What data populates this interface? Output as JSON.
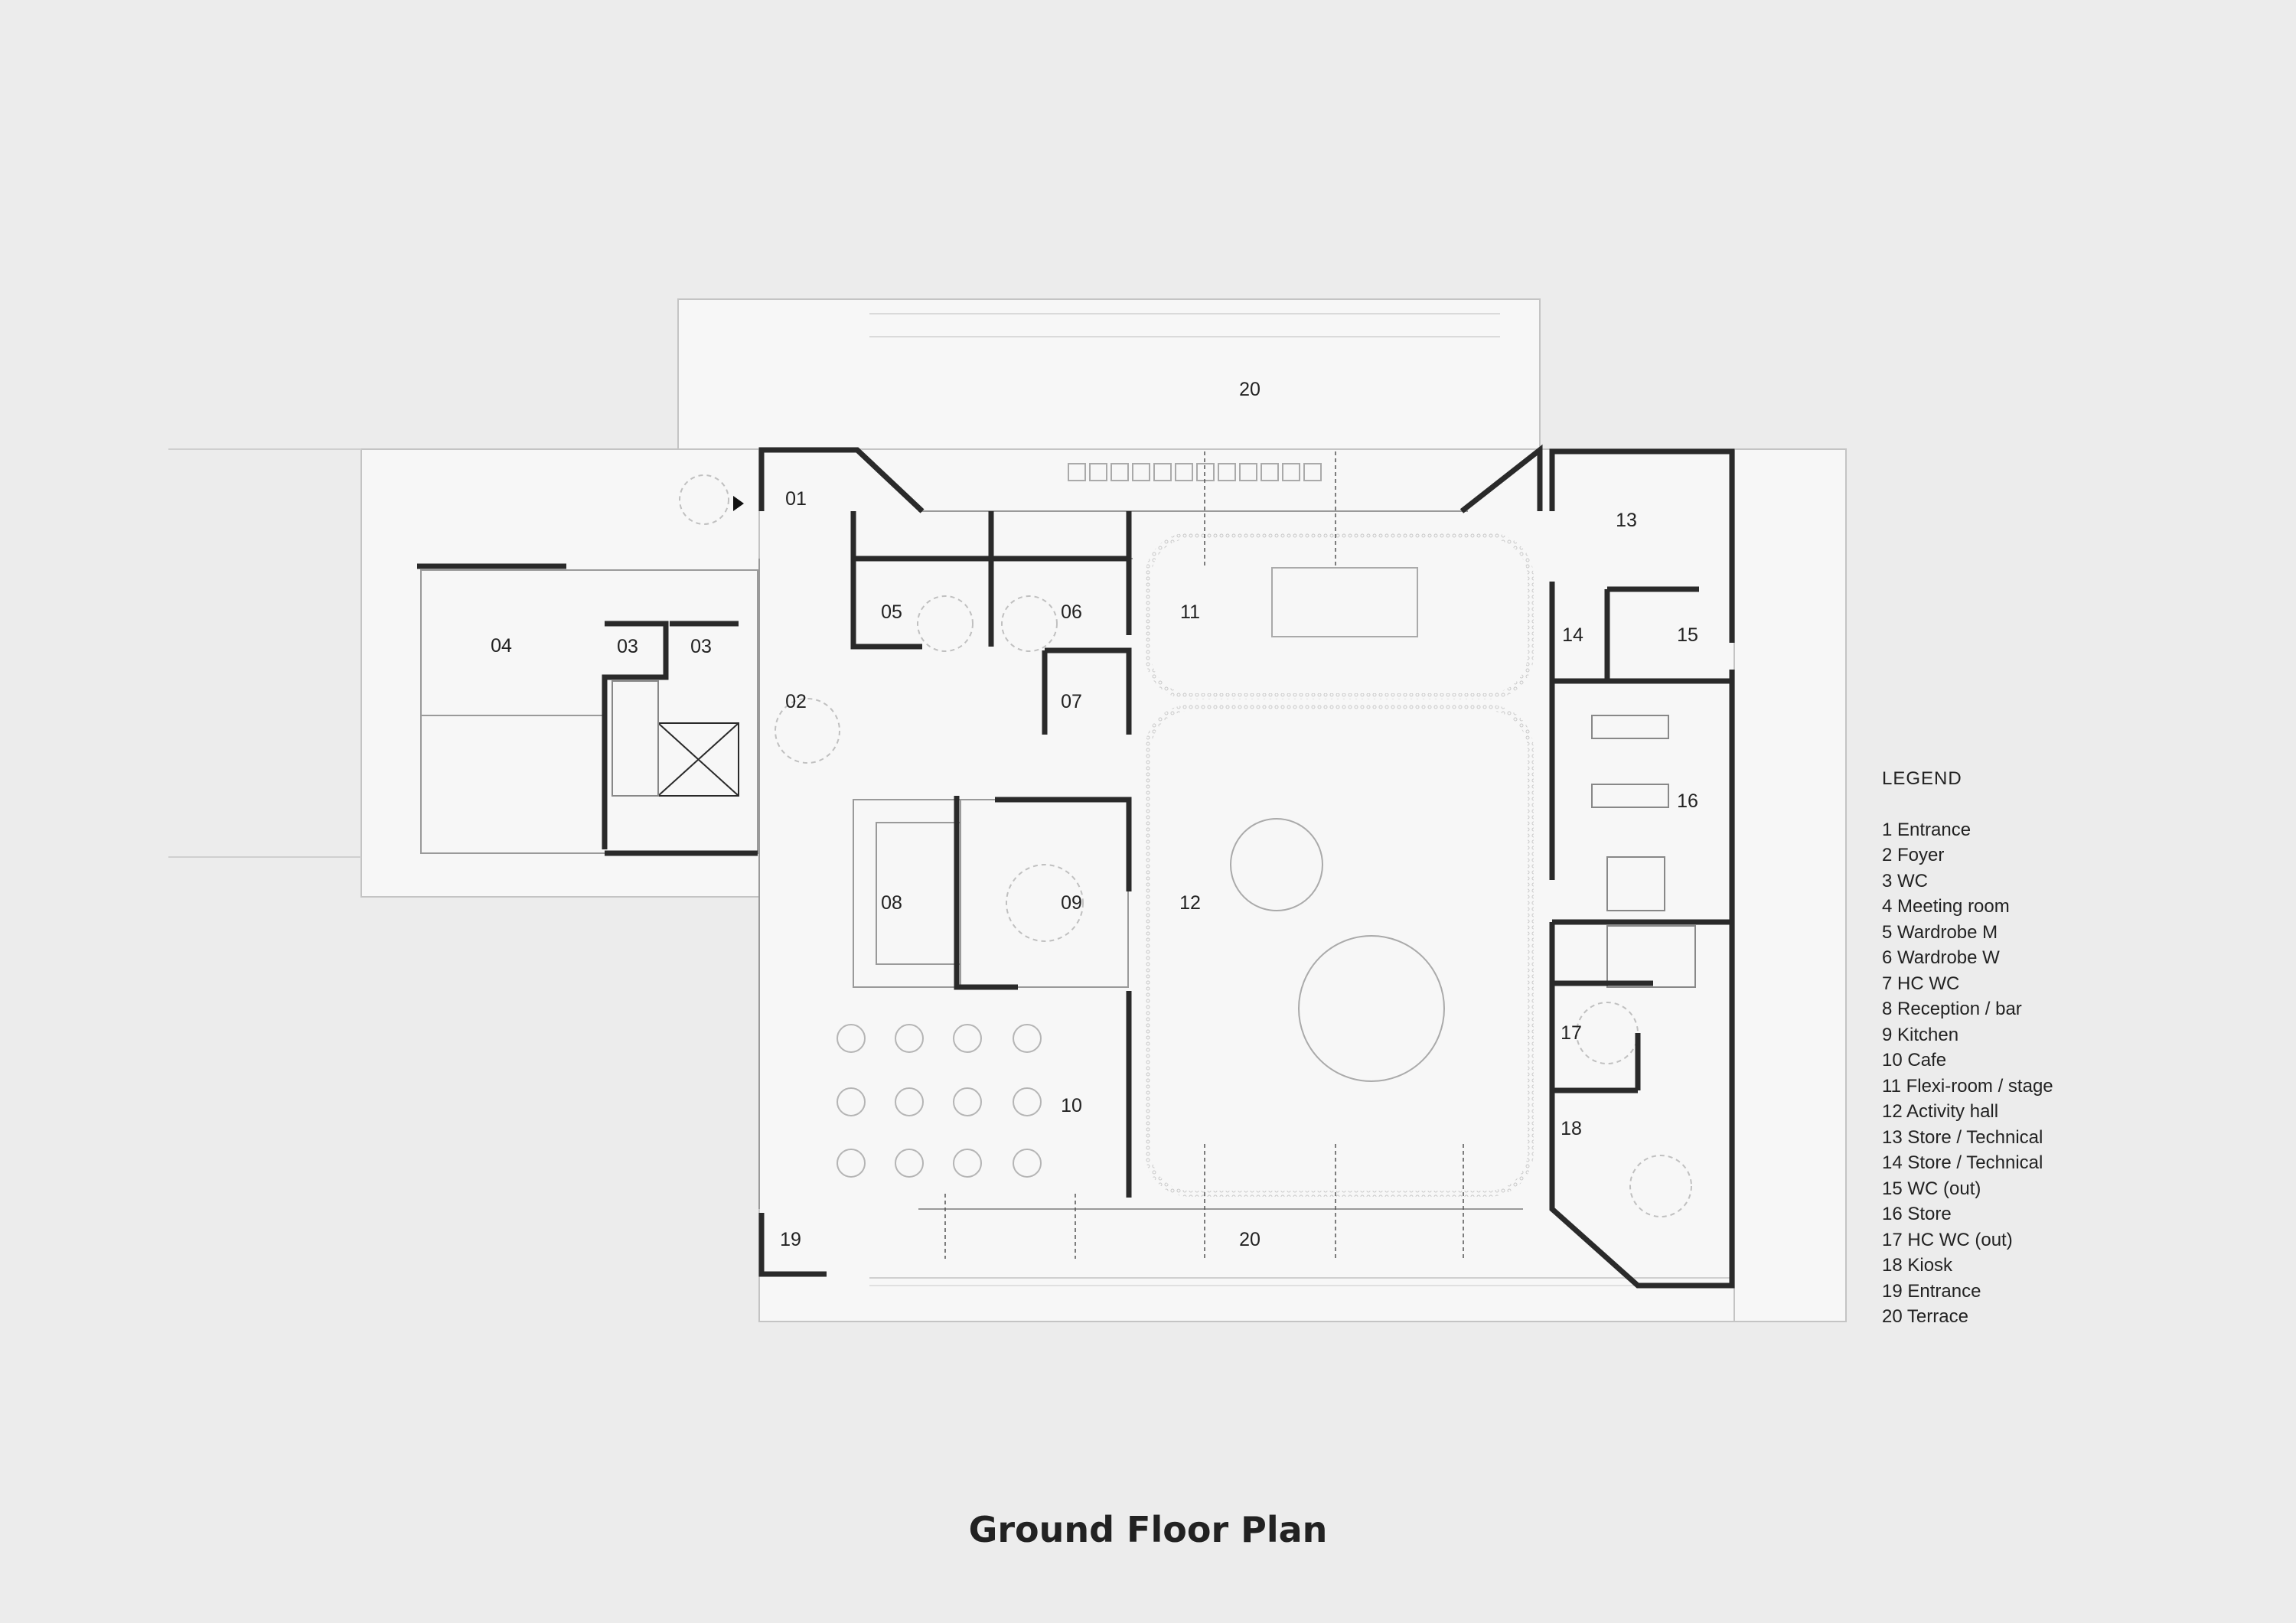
{
  "plan": {
    "title": "Ground Floor Plan",
    "rooms": [
      {
        "id": "01",
        "label": "01"
      },
      {
        "id": "02",
        "label": "02"
      },
      {
        "id": "03a",
        "label": "03"
      },
      {
        "id": "03b",
        "label": "03"
      },
      {
        "id": "04",
        "label": "04"
      },
      {
        "id": "05",
        "label": "05"
      },
      {
        "id": "06",
        "label": "06"
      },
      {
        "id": "07",
        "label": "07"
      },
      {
        "id": "08",
        "label": "08"
      },
      {
        "id": "09",
        "label": "09"
      },
      {
        "id": "10",
        "label": "10"
      },
      {
        "id": "11",
        "label": "11"
      },
      {
        "id": "12",
        "label": "12"
      },
      {
        "id": "13",
        "label": "13"
      },
      {
        "id": "14",
        "label": "14"
      },
      {
        "id": "15",
        "label": "15"
      },
      {
        "id": "16",
        "label": "16"
      },
      {
        "id": "17",
        "label": "17"
      },
      {
        "id": "18",
        "label": "18"
      },
      {
        "id": "19",
        "label": "19"
      },
      {
        "id": "20a",
        "label": "20"
      },
      {
        "id": "20b",
        "label": "20"
      }
    ]
  },
  "legend": {
    "title": "LEGEND",
    "items": [
      "1 Entrance",
      "2 Foyer",
      "3 WC",
      "4 Meeting room",
      "5 Wardrobe M",
      "6 Wardrobe W",
      "7 HC WC",
      "8 Reception / bar",
      "9 Kitchen",
      "10 Cafe",
      "11 Flexi-room / stage",
      "12 Activity hall",
      "13 Store / Technical",
      "14 Store / Technical",
      "15 WC (out)",
      "16 Store",
      "17 HC WC (out)",
      "18 Kiosk",
      "19 Entrance",
      "20 Terrace"
    ]
  },
  "colors": {
    "background": "#ececec",
    "floor": "#f7f7f7",
    "wall": "#2a2a2a",
    "thin_line": "#bdbdbd",
    "text": "#222222"
  }
}
